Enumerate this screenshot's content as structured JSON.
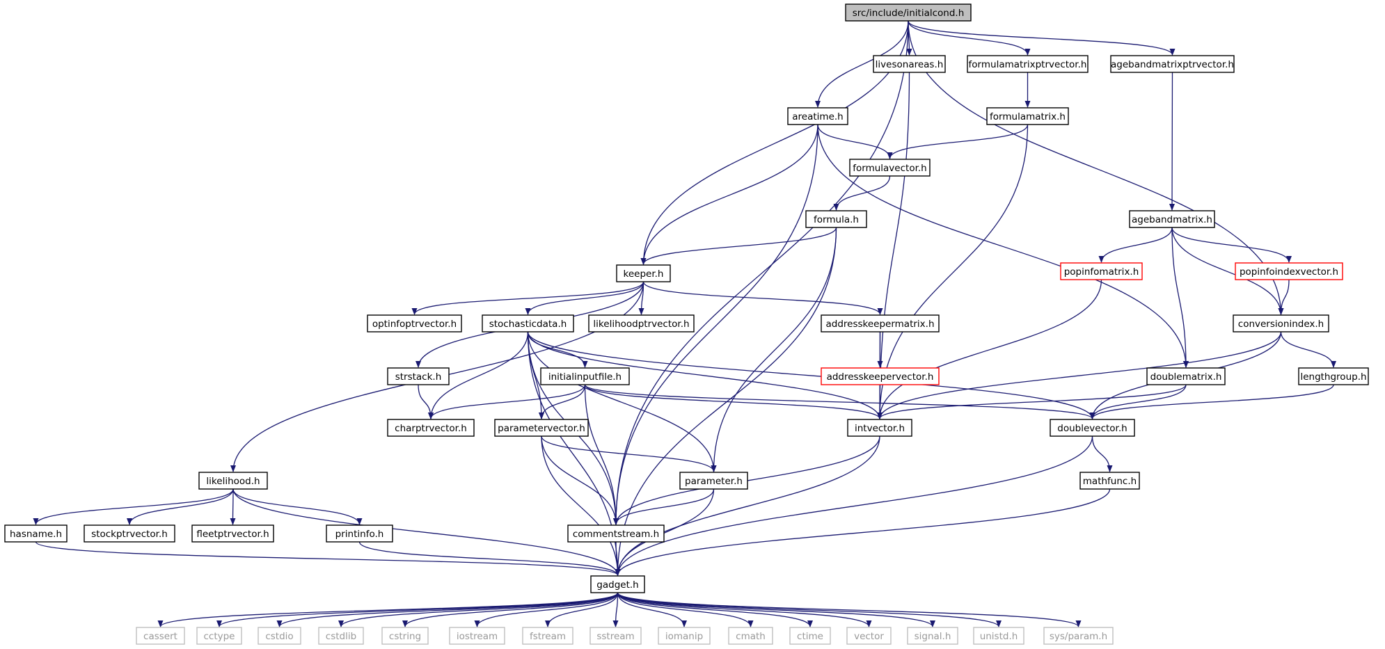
{
  "colors": {
    "edge": "#191970",
    "node_border": "#000000",
    "node_fill": "#ffffff",
    "root_fill": "#bfbfbf",
    "truncated_border": "#ff0000",
    "system_border": "#bfbfbf",
    "system_text": "#999999",
    "text": "#000000"
  },
  "nodes": [
    {
      "id": "initialcond",
      "label": "src/include/initialcond.h",
      "kind": "root"
    },
    {
      "id": "livesonareas",
      "label": "livesonareas.h",
      "kind": "normal"
    },
    {
      "id": "formulamatrixptrvector",
      "label": "formulamatrixptrvector.h",
      "kind": "normal"
    },
    {
      "id": "agebandmatrixptrvector",
      "label": "agebandmatrixptrvector.h",
      "kind": "normal"
    },
    {
      "id": "areatime",
      "label": "areatime.h",
      "kind": "normal"
    },
    {
      "id": "formulamatrix",
      "label": "formulamatrix.h",
      "kind": "normal"
    },
    {
      "id": "formulavector",
      "label": "formulavector.h",
      "kind": "normal"
    },
    {
      "id": "formula",
      "label": "formula.h",
      "kind": "normal"
    },
    {
      "id": "agebandmatrix",
      "label": "agebandmatrix.h",
      "kind": "normal"
    },
    {
      "id": "keeper",
      "label": "keeper.h",
      "kind": "normal"
    },
    {
      "id": "popinfomatrix",
      "label": "popinfomatrix.h",
      "kind": "truncated"
    },
    {
      "id": "popinfoindexvector",
      "label": "popinfoindexvector.h",
      "kind": "truncated"
    },
    {
      "id": "optinfoptrvector",
      "label": "optinfoptrvector.h",
      "kind": "normal"
    },
    {
      "id": "stochasticdata",
      "label": "stochasticdata.h",
      "kind": "normal"
    },
    {
      "id": "likelihoodptrvector",
      "label": "likelihoodptrvector.h",
      "kind": "normal"
    },
    {
      "id": "addresskeepermatrix",
      "label": "addresskeepermatrix.h",
      "kind": "normal"
    },
    {
      "id": "conversionindex",
      "label": "conversionindex.h",
      "kind": "normal"
    },
    {
      "id": "strstack",
      "label": "strstack.h",
      "kind": "normal"
    },
    {
      "id": "initialinputfile",
      "label": "initialinputfile.h",
      "kind": "normal"
    },
    {
      "id": "addresskeepervector",
      "label": "addresskeepervector.h",
      "kind": "truncated"
    },
    {
      "id": "doublematrix",
      "label": "doublematrix.h",
      "kind": "normal"
    },
    {
      "id": "lengthgroup",
      "label": "lengthgroup.h",
      "kind": "normal"
    },
    {
      "id": "charptrvector",
      "label": "charptrvector.h",
      "kind": "normal"
    },
    {
      "id": "parametervector",
      "label": "parametervector.h",
      "kind": "normal"
    },
    {
      "id": "intvector",
      "label": "intvector.h",
      "kind": "normal"
    },
    {
      "id": "doublevector",
      "label": "doublevector.h",
      "kind": "normal"
    },
    {
      "id": "likelihood",
      "label": "likelihood.h",
      "kind": "normal"
    },
    {
      "id": "parameter",
      "label": "parameter.h",
      "kind": "normal"
    },
    {
      "id": "mathfunc",
      "label": "mathfunc.h",
      "kind": "normal"
    },
    {
      "id": "hasname",
      "label": "hasname.h",
      "kind": "normal"
    },
    {
      "id": "stockptrvector",
      "label": "stockptrvector.h",
      "kind": "normal"
    },
    {
      "id": "fleetptrvector",
      "label": "fleetptrvector.h",
      "kind": "normal"
    },
    {
      "id": "printinfo",
      "label": "printinfo.h",
      "kind": "normal"
    },
    {
      "id": "commentstream",
      "label": "commentstream.h",
      "kind": "normal"
    },
    {
      "id": "gadget",
      "label": "gadget.h",
      "kind": "normal"
    },
    {
      "id": "cassert",
      "label": "cassert",
      "kind": "system"
    },
    {
      "id": "cctype",
      "label": "cctype",
      "kind": "system"
    },
    {
      "id": "cstdio",
      "label": "cstdio",
      "kind": "system"
    },
    {
      "id": "cstdlib",
      "label": "cstdlib",
      "kind": "system"
    },
    {
      "id": "cstring",
      "label": "cstring",
      "kind": "system"
    },
    {
      "id": "iostream",
      "label": "iostream",
      "kind": "system"
    },
    {
      "id": "fstream",
      "label": "fstream",
      "kind": "system"
    },
    {
      "id": "sstream",
      "label": "sstream",
      "kind": "system"
    },
    {
      "id": "iomanip",
      "label": "iomanip",
      "kind": "system"
    },
    {
      "id": "cmath",
      "label": "cmath",
      "kind": "system"
    },
    {
      "id": "ctime",
      "label": "ctime",
      "kind": "system"
    },
    {
      "id": "vector",
      "label": "vector",
      "kind": "system"
    },
    {
      "id": "signal",
      "label": "signal.h",
      "kind": "system"
    },
    {
      "id": "unistd",
      "label": "unistd.h",
      "kind": "system"
    },
    {
      "id": "sysparam",
      "label": "sys/param.h",
      "kind": "system"
    }
  ],
  "edges": [
    [
      "initialcond",
      "livesonareas"
    ],
    [
      "initialcond",
      "formulamatrixptrvector"
    ],
    [
      "initialcond",
      "agebandmatrixptrvector"
    ],
    [
      "initialcond",
      "areatime"
    ],
    [
      "initialcond",
      "keeper"
    ],
    [
      "initialcond",
      "commentstream"
    ],
    [
      "initialcond",
      "conversionindex"
    ],
    [
      "livesonareas",
      "intvector"
    ],
    [
      "formulamatrixptrvector",
      "formulamatrix"
    ],
    [
      "agebandmatrixptrvector",
      "agebandmatrix"
    ],
    [
      "areatime",
      "formulavector"
    ],
    [
      "areatime",
      "keeper"
    ],
    [
      "areatime",
      "commentstream"
    ],
    [
      "areatime",
      "doublematrix"
    ],
    [
      "formulamatrix",
      "formulavector"
    ],
    [
      "formulamatrix",
      "intvector"
    ],
    [
      "formulavector",
      "formula"
    ],
    [
      "formula",
      "keeper"
    ],
    [
      "formula",
      "parameter"
    ],
    [
      "formula",
      "gadget"
    ],
    [
      "agebandmatrix",
      "popinfomatrix"
    ],
    [
      "agebandmatrix",
      "popinfoindexvector"
    ],
    [
      "agebandmatrix",
      "conversionindex"
    ],
    [
      "agebandmatrix",
      "doublematrix"
    ],
    [
      "popinfomatrix",
      "intvector"
    ],
    [
      "popinfoindexvector",
      "conversionindex"
    ],
    [
      "keeper",
      "optinfoptrvector"
    ],
    [
      "keeper",
      "stochasticdata"
    ],
    [
      "keeper",
      "likelihoodptrvector"
    ],
    [
      "keeper",
      "addresskeepermatrix"
    ],
    [
      "keeper",
      "strstack"
    ],
    [
      "keeper",
      "likelihood"
    ],
    [
      "stochasticdata",
      "initialinputfile"
    ],
    [
      "stochasticdata",
      "charptrvector"
    ],
    [
      "stochasticdata",
      "parametervector"
    ],
    [
      "stochasticdata",
      "parameter"
    ],
    [
      "stochasticdata",
      "intvector"
    ],
    [
      "stochasticdata",
      "doublevector"
    ],
    [
      "stochasticdata",
      "commentstream"
    ],
    [
      "stochasticdata",
      "gadget"
    ],
    [
      "addresskeepermatrix",
      "addresskeepervector"
    ],
    [
      "addresskeepermatrix",
      "intvector"
    ],
    [
      "conversionindex",
      "lengthgroup"
    ],
    [
      "conversionindex",
      "intvector"
    ],
    [
      "conversionindex",
      "doublevector"
    ],
    [
      "strstack",
      "charptrvector"
    ],
    [
      "initialinputfile",
      "charptrvector"
    ],
    [
      "initialinputfile",
      "parametervector"
    ],
    [
      "initialinputfile",
      "intvector"
    ],
    [
      "initialinputfile",
      "doublevector"
    ],
    [
      "initialinputfile",
      "commentstream"
    ],
    [
      "doublematrix",
      "intvector"
    ],
    [
      "doublematrix",
      "doublevector"
    ],
    [
      "lengthgroup",
      "doublevector"
    ],
    [
      "parametervector",
      "parameter"
    ],
    [
      "parametervector",
      "commentstream"
    ],
    [
      "parametervector",
      "gadget"
    ],
    [
      "intvector",
      "commentstream"
    ],
    [
      "intvector",
      "gadget"
    ],
    [
      "doublevector",
      "mathfunc"
    ],
    [
      "doublevector",
      "gadget"
    ],
    [
      "likelihood",
      "hasname"
    ],
    [
      "likelihood",
      "stockptrvector"
    ],
    [
      "likelihood",
      "fleetptrvector"
    ],
    [
      "likelihood",
      "printinfo"
    ],
    [
      "likelihood",
      "gadget"
    ],
    [
      "parameter",
      "commentstream"
    ],
    [
      "parameter",
      "gadget"
    ],
    [
      "mathfunc",
      "gadget"
    ],
    [
      "hasname",
      "gadget"
    ],
    [
      "printinfo",
      "gadget"
    ],
    [
      "commentstream",
      "gadget"
    ],
    [
      "gadget",
      "cassert"
    ],
    [
      "gadget",
      "cctype"
    ],
    [
      "gadget",
      "cstdio"
    ],
    [
      "gadget",
      "cstdlib"
    ],
    [
      "gadget",
      "cstring"
    ],
    [
      "gadget",
      "iostream"
    ],
    [
      "gadget",
      "fstream"
    ],
    [
      "gadget",
      "sstream"
    ],
    [
      "gadget",
      "iomanip"
    ],
    [
      "gadget",
      "cmath"
    ],
    [
      "gadget",
      "ctime"
    ],
    [
      "gadget",
      "vector"
    ],
    [
      "gadget",
      "signal"
    ],
    [
      "gadget",
      "unistd"
    ],
    [
      "gadget",
      "sysparam"
    ]
  ]
}
